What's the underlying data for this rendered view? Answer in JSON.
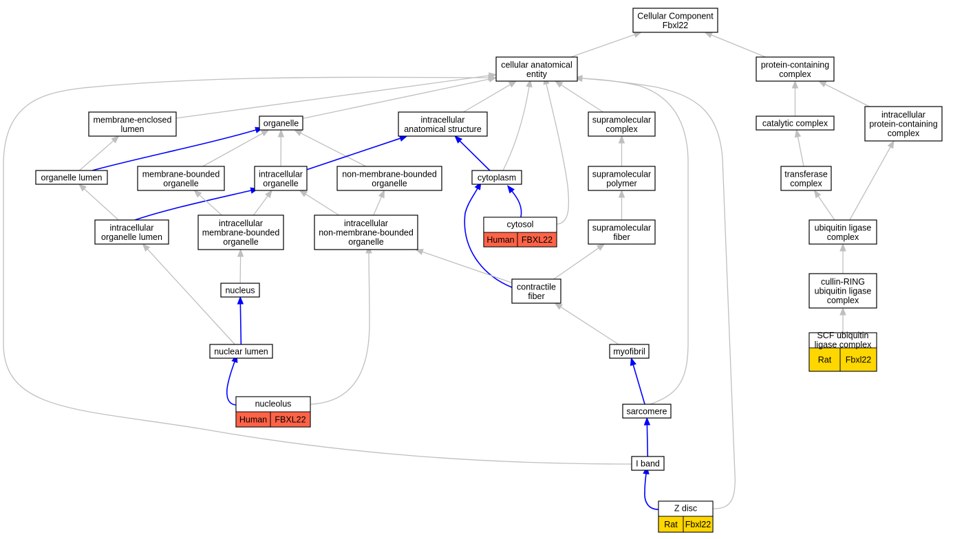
{
  "colors": {
    "human_fill": "#ff6347",
    "rat_fill": "#ffd700",
    "is_a_edge": "#bfbfbf",
    "part_of_edge": "#0000ff"
  },
  "nodes": {
    "root": [
      "Cellular Component",
      "Fbxl22"
    ],
    "cae": [
      "cellular anatomical",
      "entity"
    ],
    "pcc": [
      "protein-containing",
      "complex"
    ],
    "mel": [
      "membrane-enclosed",
      "lumen"
    ],
    "org": [
      "organelle"
    ],
    "ias": [
      "intracellular",
      "anatomical structure"
    ],
    "supc": [
      "supramolecular",
      "complex"
    ],
    "cat": [
      "catalytic complex"
    ],
    "ipcc": [
      "intracellular",
      "protein-containing",
      "complex"
    ],
    "orglumen": [
      "organelle lumen"
    ],
    "mbo": [
      "membrane-bounded",
      "organelle"
    ],
    "io": [
      "intracellular",
      "organelle"
    ],
    "nmbo": [
      "non-membrane-bounded",
      "organelle"
    ],
    "cyto": [
      "cytoplasm"
    ],
    "suppoly": [
      "supramolecular",
      "polymer"
    ],
    "trans": [
      "transferase",
      "complex"
    ],
    "iol": [
      "intracellular",
      "organelle lumen"
    ],
    "imbo": [
      "intracellular",
      "membrane-bounded",
      "organelle"
    ],
    "inmbo": [
      "intracellular",
      "non-membrane-bounded",
      "organelle"
    ],
    "cytosol": [
      "cytosol"
    ],
    "supfib": [
      "supramolecular",
      "fiber"
    ],
    "ulc": [
      "ubiquitin ligase",
      "complex"
    ],
    "nucleus": [
      "nucleus"
    ],
    "contr": [
      "contractile",
      "fiber"
    ],
    "crl": [
      "cullin-RING",
      "ubiquitin ligase",
      "complex"
    ],
    "nlumen": [
      "nuclear lumen"
    ],
    "myof": [
      "myofibril"
    ],
    "scf": [
      "SCF ubiquitin",
      "ligase complex"
    ],
    "nucleolus": [
      "nucleolus"
    ],
    "sarc": [
      "sarcomere"
    ],
    "iband": [
      "I band"
    ],
    "zdisc": [
      "Z disc"
    ]
  },
  "annotations": {
    "cytosol": [
      "Human",
      "FBXL22"
    ],
    "nucleolus": [
      "Human",
      "FBXL22"
    ],
    "scf": [
      "Rat",
      "Fbxl22"
    ],
    "zdisc": [
      "Rat",
      "Fbxl22"
    ]
  },
  "edges": [
    {
      "from": "cae",
      "to": "root",
      "type": "is_a"
    },
    {
      "from": "pcc",
      "to": "root",
      "type": "is_a"
    },
    {
      "from": "mel",
      "to": "cae",
      "type": "is_a"
    },
    {
      "from": "org",
      "to": "cae",
      "type": "is_a"
    },
    {
      "from": "ias",
      "to": "cae",
      "type": "is_a"
    },
    {
      "from": "cyto",
      "to": "cae",
      "type": "is_a"
    },
    {
      "from": "cytosol",
      "to": "cae",
      "type": "is_a"
    },
    {
      "from": "supc",
      "to": "cae",
      "type": "is_a"
    },
    {
      "from": "sarc",
      "to": "cae",
      "type": "is_a"
    },
    {
      "from": "zdisc",
      "to": "cae",
      "type": "is_a"
    },
    {
      "from": "iband",
      "to": "cae",
      "type": "is_a"
    },
    {
      "from": "cat",
      "to": "pcc",
      "type": "is_a"
    },
    {
      "from": "ipcc",
      "to": "pcc",
      "type": "is_a"
    },
    {
      "from": "orglumen",
      "to": "mel",
      "type": "is_a"
    },
    {
      "from": "orglumen",
      "to": "org",
      "type": "part_of"
    },
    {
      "from": "mbo",
      "to": "org",
      "type": "is_a"
    },
    {
      "from": "io",
      "to": "org",
      "type": "is_a"
    },
    {
      "from": "nmbo",
      "to": "org",
      "type": "is_a"
    },
    {
      "from": "io",
      "to": "ias",
      "type": "part_of"
    },
    {
      "from": "cyto",
      "to": "ias",
      "type": "part_of"
    },
    {
      "from": "suppoly",
      "to": "supc",
      "type": "is_a"
    },
    {
      "from": "trans",
      "to": "cat",
      "type": "is_a"
    },
    {
      "from": "ulc",
      "to": "trans",
      "type": "is_a"
    },
    {
      "from": "ulc",
      "to": "ipcc",
      "type": "is_a"
    },
    {
      "from": "iol",
      "to": "orglumen",
      "type": "is_a"
    },
    {
      "from": "iol",
      "to": "io",
      "type": "part_of"
    },
    {
      "from": "imbo",
      "to": "mbo",
      "type": "is_a"
    },
    {
      "from": "imbo",
      "to": "io",
      "type": "is_a"
    },
    {
      "from": "inmbo",
      "to": "io",
      "type": "is_a"
    },
    {
      "from": "inmbo",
      "to": "nmbo",
      "type": "is_a"
    },
    {
      "from": "cytosol",
      "to": "cyto",
      "type": "part_of"
    },
    {
      "from": "contr",
      "to": "cyto",
      "type": "part_of"
    },
    {
      "from": "supfib",
      "to": "suppoly",
      "type": "is_a"
    },
    {
      "from": "nucleus",
      "to": "imbo",
      "type": "is_a"
    },
    {
      "from": "contr",
      "to": "inmbo",
      "type": "is_a"
    },
    {
      "from": "contr",
      "to": "supfib",
      "type": "is_a"
    },
    {
      "from": "crl",
      "to": "ulc",
      "type": "is_a"
    },
    {
      "from": "nlumen",
      "to": "nucleus",
      "type": "part_of"
    },
    {
      "from": "nlumen",
      "to": "iol",
      "type": "is_a"
    },
    {
      "from": "scf",
      "to": "crl",
      "type": "is_a"
    },
    {
      "from": "myof",
      "to": "contr",
      "type": "is_a"
    },
    {
      "from": "nucleolus",
      "to": "nlumen",
      "type": "part_of"
    },
    {
      "from": "nucleolus",
      "to": "inmbo",
      "type": "is_a"
    },
    {
      "from": "sarc",
      "to": "myof",
      "type": "part_of"
    },
    {
      "from": "iband",
      "to": "sarc",
      "type": "part_of"
    },
    {
      "from": "zdisc",
      "to": "iband",
      "type": "part_of"
    }
  ]
}
